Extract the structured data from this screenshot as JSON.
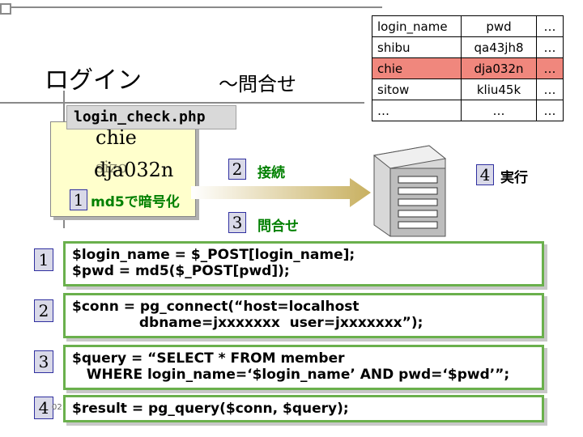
{
  "slide": {
    "title": "ログイン",
    "subtitle": "～問合せ",
    "file_label": "login_check.php"
  },
  "db_table": {
    "header": [
      "login_name",
      "pwd",
      "…"
    ],
    "rows": [
      [
        "shibu",
        "qa43jh8",
        "…"
      ],
      [
        "chie",
        "dja032n",
        "…"
      ],
      [
        "sitow",
        "kliu45k",
        "…"
      ],
      [
        "…",
        "…",
        "…"
      ]
    ],
    "highlight_row_color": "#f0877d"
  },
  "note": {
    "user": "chie",
    "pass": "dja032n",
    "pass_overlay": "sizo"
  },
  "steps": {
    "s1": {
      "num": "1",
      "label": "md5で暗号化"
    },
    "s2": {
      "num": "2",
      "label": "接続"
    },
    "s3": {
      "num": "3",
      "label": "問合せ"
    },
    "s4": {
      "num": "4",
      "label": "実行"
    }
  },
  "code": {
    "c1_num": "1",
    "c1_line1": "$login_name = $_POST[login_name];",
    "c1_line2": "$pwd = md5($_POST[pwd]);",
    "c2_num": "2",
    "c2_line1": "$conn = pg_connect(“host=localhost",
    "c2_line2": "              dbname=jxxxxxxx  user=jxxxxxxx”);",
    "c3_num": "3",
    "c3_line1": "$query = “SELECT * FROM member",
    "c3_line2": "   WHERE login_name=‘$login_name’ AND pwd=‘$pwd’”;",
    "c4_num": "4",
    "c4_line1": "$result = pg_query($conn, $query);",
    "footer_fragment": "02"
  },
  "colors": {
    "code_border": "#6ab04c",
    "step_text": "#008000",
    "number_border": "#3030a0"
  }
}
